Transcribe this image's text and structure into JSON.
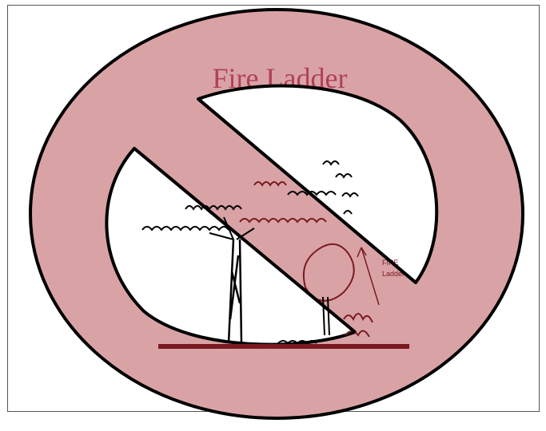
{
  "sign": {
    "title": "Fire Ladder",
    "annotation_line1": "FIRE",
    "annotation_line2": "Ladder",
    "symbol": "prohibition-sign",
    "colors": {
      "prohibition_fill": "#d9a3a6",
      "outline": "#000000",
      "title_color": "#b0405a",
      "ground_color": "#7a1a20"
    }
  }
}
